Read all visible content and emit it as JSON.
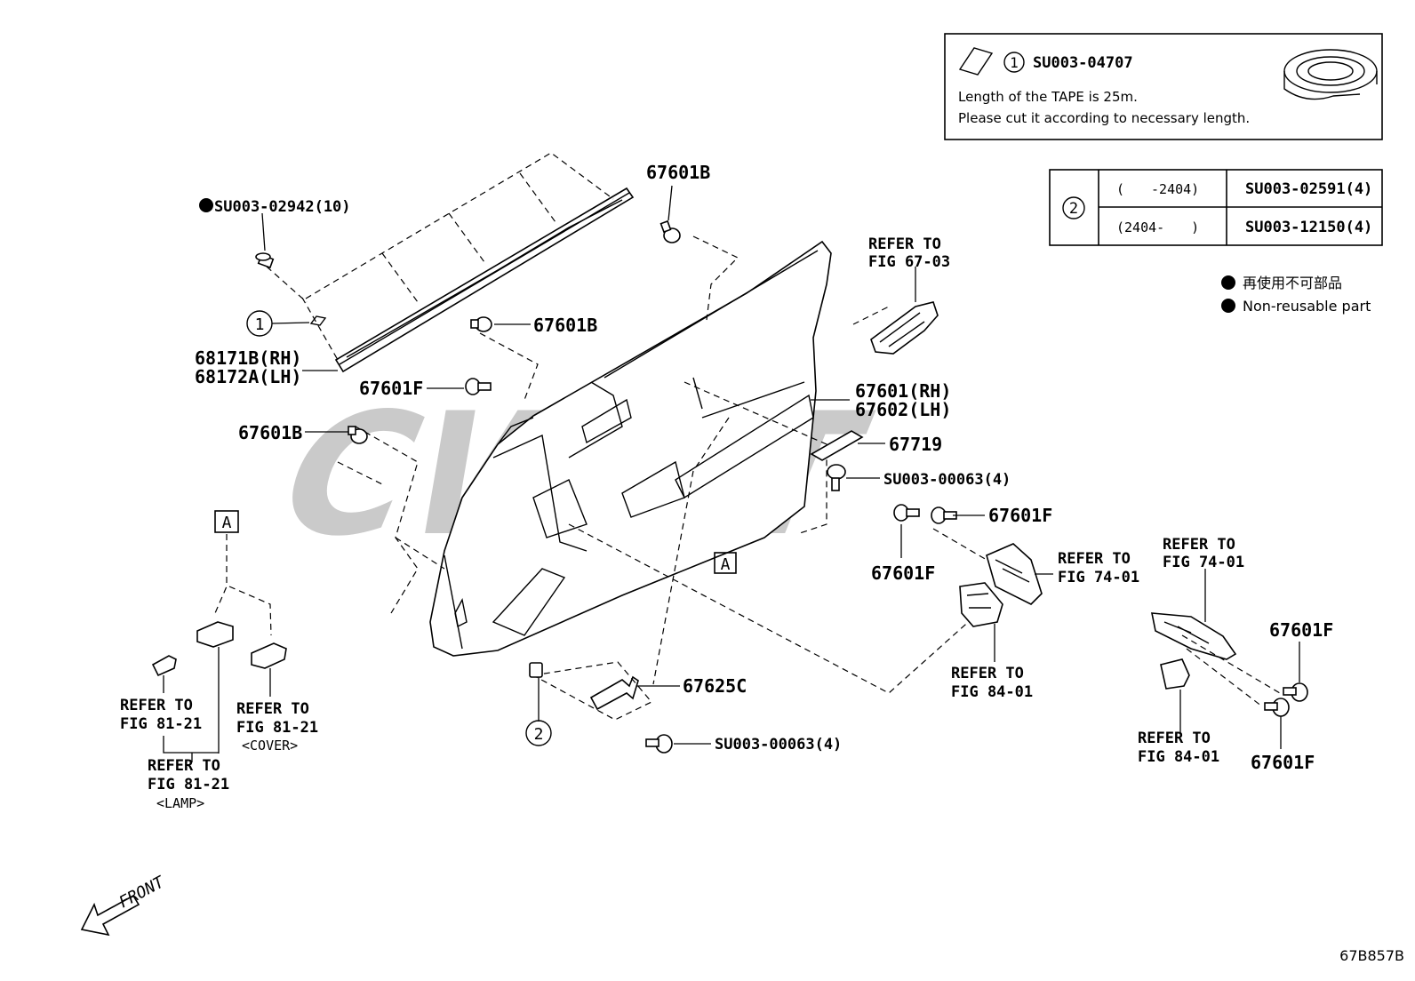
{
  "diagram_id": "67B857B",
  "watermark": "CWGT",
  "tape_box": {
    "callout_number": "1",
    "part_number": "SU003-04707",
    "note_line1": "Length of the TAPE is 25m.",
    "note_line2": "Please cut it according to necessary length."
  },
  "callout2_table": {
    "callout_number": "2",
    "rows": [
      {
        "range": "(　　-2404)",
        "part": "SU003-02591(4)"
      },
      {
        "range": "(2404-　　)",
        "part": "SU003-12150(4)"
      }
    ]
  },
  "legend": {
    "jp": "再使用不可部品",
    "en": "Non-reusable part"
  },
  "labels": {
    "clip_top_left": "SU003-02942(10)",
    "callout_1": "1",
    "moulding_rh": "68171B(RH)",
    "moulding_lh": "68172A(LH)",
    "clip_b_top": "67601B",
    "clip_b_mid": "67601B",
    "clip_f_left": "67601F",
    "clip_b_left": "67601B",
    "panel_rh": "67601(RH)",
    "panel_lh": "67602(LH)",
    "tape_67719": "67719",
    "screw_mid": "SU003-00063(4)",
    "clip_f_switch_top": "67601F",
    "clip_f_switch_bottom": "67601F",
    "bracket": "67625C",
    "screw_bottom": "SU003-00063(4)",
    "callout_2": "2",
    "marker_a1": "A",
    "marker_a2": "A",
    "clip_f_right_top": "67601F",
    "clip_f_right_bottom": "67601F",
    "front": "FRONT"
  },
  "refs": {
    "handle_l1": "REFER TO",
    "handle_l2": "FIG 67-03",
    "switch_l1": "REFER TO",
    "switch_l2": "FIG 74-01",
    "switch2_l1": "REFER TO",
    "switch2_l2": "FIG 84-01",
    "right_top_l1": "REFER TO",
    "right_top_l2": "FIG 74-01",
    "right_bottom_l1": "REFER TO",
    "right_bottom_l2": "FIG 84-01",
    "lamp_left_l1": "REFER TO",
    "lamp_left_l2": "FIG 81-21",
    "cover_l1": "REFER TO",
    "cover_l2": "FIG 81-21",
    "cover_l3": "<COVER>",
    "lamp_l1": "REFER TO",
    "lamp_l2": "FIG 81-21",
    "lamp_l3": "<LAMP>"
  }
}
